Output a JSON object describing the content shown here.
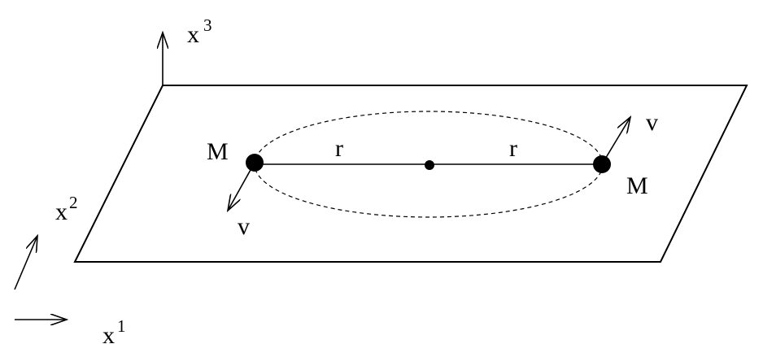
{
  "axes": {
    "x1": {
      "base": "x",
      "sup": "1"
    },
    "x2": {
      "base": "x",
      "sup": "2"
    },
    "x3": {
      "base": "x",
      "sup": "3"
    }
  },
  "masses": {
    "left": {
      "label": "M",
      "velocity_label": "v"
    },
    "right": {
      "label": "M",
      "velocity_label": "v"
    }
  },
  "separation": {
    "left_label": "r",
    "right_label": "r"
  },
  "colors": {
    "ink": "#000000",
    "background": "#ffffff"
  }
}
